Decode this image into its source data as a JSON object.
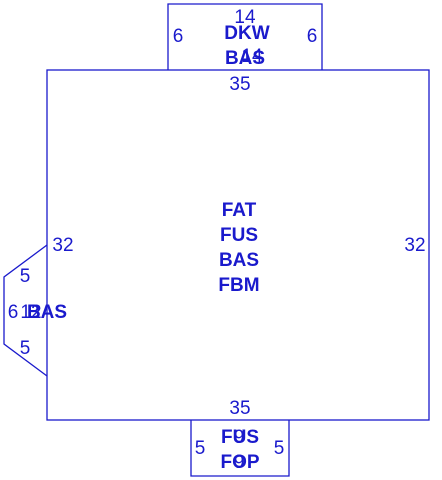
{
  "sketch": {
    "line_color": "#1a1acc",
    "main": {
      "labels": [
        "FAT",
        "FUS",
        "BAS",
        "FBM"
      ],
      "dim_top": "35",
      "dim_bottom": "35",
      "dim_left": "32",
      "dim_right": "32"
    },
    "top_section": {
      "labels": [
        "DKW",
        "BAS"
      ],
      "dim_top": "14",
      "dim_inner": "14",
      "dim_left": "6",
      "dim_right": "6"
    },
    "bottom_section": {
      "labels": [
        "FUS",
        "FOP"
      ],
      "dim_inner_a": "9",
      "dim_inner_b": "9",
      "dim_left": "5",
      "dim_right": "5"
    },
    "left_bay": {
      "label": "BAS",
      "dim_upper": "5",
      "dim_lower": "5",
      "dim_side_a": "6",
      "dim_side_b": "12"
    }
  }
}
